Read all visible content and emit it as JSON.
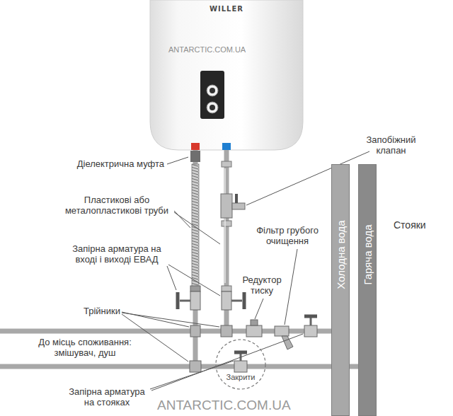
{
  "diagram": {
    "nodes": [
      {
        "text": [
          "WILLER"
        ]
      },
      {
        "text": [
          "Холодна вода"
        ]
      },
      {
        "text": [
          "Гаряча вода"
        ]
      },
      {
        "text": [
          "Закрити"
        ]
      }
    ],
    "edges": [
      {
        "from": 1,
        "to": 0,
        "arrow": "none"
      },
      {
        "from": 0,
        "to": 2,
        "arrow": "none"
      }
    ],
    "labels": [
      "ANTARCTIC.COM.UA",
      "Діелектрична муфта",
      "Пластикові або металопластикові труби",
      "Запірна арматура на вході і виході ЕВАД",
      "Трійники",
      "До місць споживання: змішувач, душ",
      "Запірна арматура на стояках",
      "Запобіжний клапан",
      "Фільтр грубого очищення",
      "Редуктор тиску",
      "Стояки",
      "ANTARCTIC.COM.UA"
    ]
  }
}
